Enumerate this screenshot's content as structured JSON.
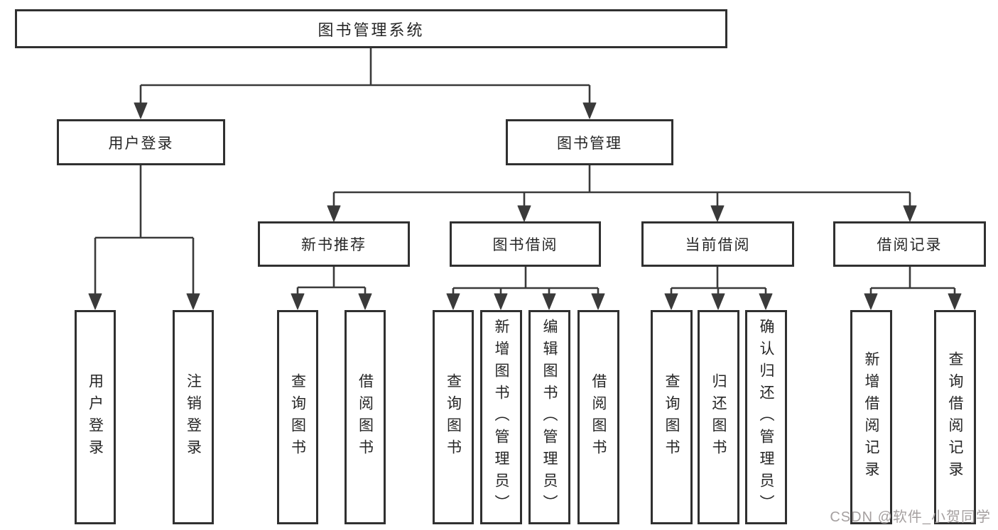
{
  "diagram_type": "hierarchy-diagram",
  "colors": {
    "background": "#ffffff",
    "box_border": "#303030",
    "connector_line": "#3a3a3a",
    "text": "#262626",
    "watermark_text": "#a5a0a0"
  },
  "tree": {
    "root": {
      "label": "图书管理系统",
      "children": [
        {
          "label": "用户登录",
          "children": [
            {
              "label": "用户登录"
            },
            {
              "label": "注销登录"
            }
          ]
        },
        {
          "label": "图书管理",
          "children": [
            {
              "label": "新书推荐",
              "children": [
                {
                  "label": "查询图书"
                },
                {
                  "label": "借阅图书"
                }
              ]
            },
            {
              "label": "图书借阅",
              "children": [
                {
                  "label": "查询图书"
                },
                {
                  "label": "新增图书（管理员）"
                },
                {
                  "label": "编辑图书（管理员）"
                },
                {
                  "label": "借阅图书"
                }
              ]
            },
            {
              "label": "当前借阅",
              "children": [
                {
                  "label": "查询图书"
                },
                {
                  "label": "归还图书"
                },
                {
                  "label": "确认归还（管理员）"
                }
              ]
            },
            {
              "label": "借阅记录",
              "children": [
                {
                  "label": "新增借阅记录"
                },
                {
                  "label": "查询借阅记录"
                }
              ]
            }
          ]
        }
      ]
    }
  },
  "watermark": {
    "text": "CSDN @软件_小贺同学"
  }
}
